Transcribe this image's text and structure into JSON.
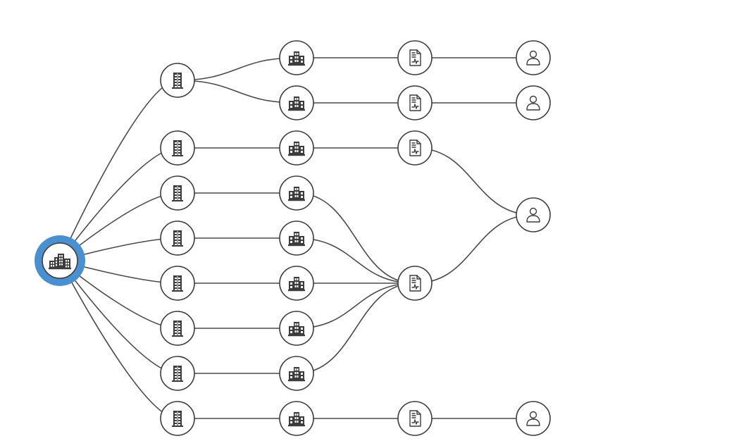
{
  "graph": {
    "colors": {
      "edge": "#4a4a4a",
      "node_stroke": "#3c3c3c",
      "node_fill": "#ffffff",
      "root_halo": "#4a90d0"
    },
    "nodes": [
      {
        "id": "root",
        "icon": "company-buildings-icon",
        "root": true
      },
      {
        "id": "b1",
        "icon": "office-building-icon"
      },
      {
        "id": "b2",
        "icon": "office-building-icon"
      },
      {
        "id": "b3",
        "icon": "office-building-icon"
      },
      {
        "id": "b4",
        "icon": "office-building-icon"
      },
      {
        "id": "b5",
        "icon": "office-building-icon"
      },
      {
        "id": "b6",
        "icon": "office-building-icon"
      },
      {
        "id": "b7",
        "icon": "office-building-icon"
      },
      {
        "id": "b8",
        "icon": "office-building-icon"
      },
      {
        "id": "f1",
        "icon": "facility-building-icon"
      },
      {
        "id": "f2",
        "icon": "facility-building-icon"
      },
      {
        "id": "f3",
        "icon": "facility-building-icon"
      },
      {
        "id": "f4",
        "icon": "facility-building-icon"
      },
      {
        "id": "f5",
        "icon": "facility-building-icon"
      },
      {
        "id": "f6",
        "icon": "facility-building-icon"
      },
      {
        "id": "f7",
        "icon": "facility-building-icon"
      },
      {
        "id": "f8",
        "icon": "facility-building-icon"
      },
      {
        "id": "f9",
        "icon": "facility-building-icon"
      },
      {
        "id": "d1",
        "icon": "document-icon"
      },
      {
        "id": "d2",
        "icon": "document-icon"
      },
      {
        "id": "d3",
        "icon": "document-icon"
      },
      {
        "id": "d4",
        "icon": "document-icon"
      },
      {
        "id": "d5",
        "icon": "document-icon"
      },
      {
        "id": "p1",
        "icon": "person-icon"
      },
      {
        "id": "p2",
        "icon": "person-icon"
      },
      {
        "id": "p3",
        "icon": "person-icon"
      },
      {
        "id": "p4",
        "icon": "person-icon"
      }
    ],
    "edges": [
      [
        "root",
        "b1"
      ],
      [
        "root",
        "b2"
      ],
      [
        "root",
        "b3"
      ],
      [
        "root",
        "b4"
      ],
      [
        "root",
        "b5"
      ],
      [
        "root",
        "b6"
      ],
      [
        "root",
        "b7"
      ],
      [
        "root",
        "b8"
      ],
      [
        "b1",
        "f1"
      ],
      [
        "b1",
        "f2"
      ],
      [
        "b2",
        "f3"
      ],
      [
        "b3",
        "f4"
      ],
      [
        "b4",
        "f5"
      ],
      [
        "b5",
        "f6"
      ],
      [
        "b6",
        "f7"
      ],
      [
        "b7",
        "f8"
      ],
      [
        "b8",
        "f9"
      ],
      [
        "f1",
        "d1"
      ],
      [
        "f2",
        "d2"
      ],
      [
        "f3",
        "d3"
      ],
      [
        "f4",
        "d4"
      ],
      [
        "f5",
        "d4"
      ],
      [
        "f6",
        "d4"
      ],
      [
        "f7",
        "d4"
      ],
      [
        "f8",
        "d4"
      ],
      [
        "f9",
        "d5"
      ],
      [
        "d1",
        "p1"
      ],
      [
        "d2",
        "p2"
      ],
      [
        "d3",
        "p3"
      ],
      [
        "d4",
        "p3"
      ],
      [
        "d5",
        "p4"
      ]
    ]
  }
}
